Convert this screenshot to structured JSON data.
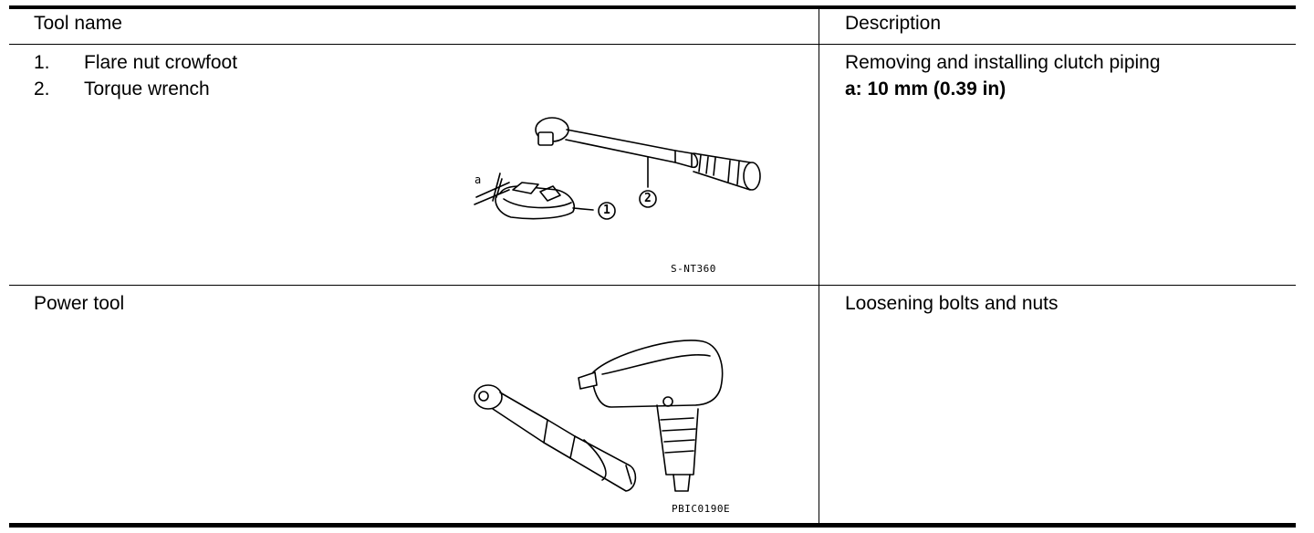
{
  "table": {
    "headers": {
      "tool_name": "Tool name",
      "description": "Description"
    },
    "rows": [
      {
        "items": [
          {
            "num": "1.",
            "label": "Flare nut crowfoot"
          },
          {
            "num": "2.",
            "label": "Torque wrench"
          }
        ],
        "description": "Removing and installing clutch piping",
        "spec": "a: 10 mm (0.39 in)",
        "figure": {
          "code": "S-NT360",
          "label_a": "a",
          "callout_1": "1",
          "callout_2": "2",
          "icons": [
            "flare-nut-crowfoot-icon",
            "torque-wrench-icon"
          ]
        }
      },
      {
        "tool": "Power tool",
        "description": "Loosening bolts and nuts",
        "figure": {
          "code": "PBIC0190E",
          "icons": [
            "air-ratchet-icon",
            "impact-wrench-icon"
          ]
        }
      }
    ]
  }
}
